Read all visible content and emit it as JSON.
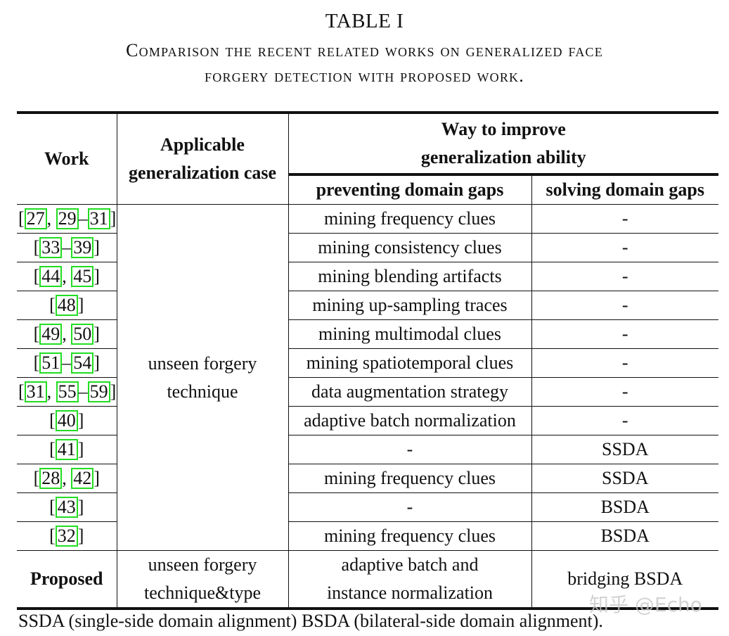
{
  "caption": {
    "number": "TABLE I",
    "title_line1": "Comparison the recent related works on generalized face",
    "title_line2": "forgery detection with proposed work."
  },
  "header": {
    "work": "Work",
    "case": "Applicable generalization case",
    "case_line1": "Applicable",
    "case_line2": "generalization case",
    "way_line1": "Way to improve",
    "way_line2": "generalization ability",
    "preventing": "preventing domain gaps",
    "solving": "solving domain gaps"
  },
  "shared_case": {
    "line1": "unseen forgery",
    "line2": "technique"
  },
  "rows": [
    {
      "cites": [
        "27",
        "29",
        "31"
      ],
      "cite_text": "27, 29–31",
      "preventing": "mining frequency clues",
      "solving": "-"
    },
    {
      "cites": [
        "33",
        "39"
      ],
      "cite_text": "33–39",
      "preventing": "mining consistency clues",
      "solving": "-"
    },
    {
      "cites": [
        "44",
        "45"
      ],
      "cite_text": "44, 45",
      "preventing": "mining blending artifacts",
      "solving": "-"
    },
    {
      "cites": [
        "48"
      ],
      "cite_text": "48",
      "preventing": "mining up-sampling traces",
      "solving": "-"
    },
    {
      "cites": [
        "49",
        "50"
      ],
      "cite_text": "49, 50",
      "preventing": "mining multimodal clues",
      "solving": "-"
    },
    {
      "cites": [
        "51",
        "54"
      ],
      "cite_text": "51–54",
      "preventing": "mining spatiotemporal clues",
      "solving": "-"
    },
    {
      "cites": [
        "31",
        "55",
        "59"
      ],
      "cite_text": "31, 55–59",
      "preventing": "data augmentation strategy",
      "solving": "-"
    },
    {
      "cites": [
        "40"
      ],
      "cite_text": "40",
      "preventing": "adaptive batch normalization",
      "solving": "-"
    },
    {
      "cites": [
        "41"
      ],
      "cite_text": "41",
      "preventing": "-",
      "solving": "SSDA"
    },
    {
      "cites": [
        "28",
        "42"
      ],
      "cite_text": "28, 42",
      "preventing": "mining frequency clues",
      "solving": "SSDA"
    },
    {
      "cites": [
        "43"
      ],
      "cite_text": "43",
      "preventing": "-",
      "solving": "BSDA"
    },
    {
      "cites": [
        "32"
      ],
      "cite_text": "32",
      "preventing": "mining frequency clues",
      "solving": "BSDA"
    }
  ],
  "proposed": {
    "work": "Proposed",
    "case_line1": "unseen forgery",
    "case_line2": "technique&type",
    "preventing_line1": "adaptive batch and",
    "preventing_line2": "instance normalization",
    "solving": "bridging BSDA"
  },
  "footnote": "SSDA (single-side domain alignment) BSDA (bilateral-side domain alignment).",
  "watermark": "知乎 @Echo",
  "colors": {
    "citation_box": "#22dd22",
    "text": "#111111"
  }
}
